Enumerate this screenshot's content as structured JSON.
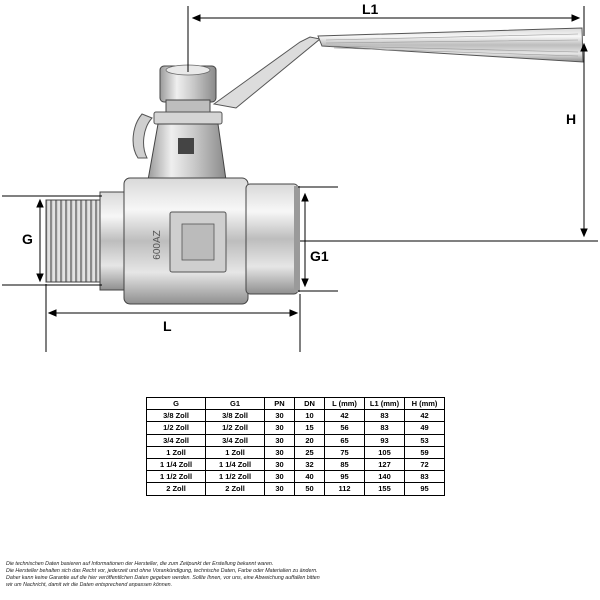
{
  "dimensions": {
    "l1": "L1",
    "h": "H",
    "g": "G",
    "g1": "G1",
    "l": "L"
  },
  "table": {
    "headers": [
      "G",
      "G1",
      "PN",
      "DN",
      "L (mm)",
      "L1 (mm)",
      "H (mm)"
    ],
    "rows": [
      [
        "3/8 Zoll",
        "3/8 Zoll",
        "30",
        "10",
        "42",
        "83",
        "42"
      ],
      [
        "1/2 Zoll",
        "1/2 Zoll",
        "30",
        "15",
        "56",
        "83",
        "49"
      ],
      [
        "3/4 Zoll",
        "3/4 Zoll",
        "30",
        "20",
        "65",
        "93",
        "53"
      ],
      [
        "1 Zoll",
        "1 Zoll",
        "30",
        "25",
        "75",
        "105",
        "59"
      ],
      [
        "1 1/4 Zoll",
        "1 1/4 Zoll",
        "30",
        "32",
        "85",
        "127",
        "72"
      ],
      [
        "1 1/2 Zoll",
        "1 1/2 Zoll",
        "30",
        "40",
        "95",
        "140",
        "83"
      ],
      [
        "2 Zoll",
        "2 Zoll",
        "30",
        "50",
        "112",
        "155",
        "95"
      ]
    ]
  },
  "disclaimer": {
    "line1": "Die technischen Daten basieren auf Informationen der Hersteller, die zum Zeitpunkt der Erstellung bekannt waren.",
    "line2": "Die Hersteller behalten sich das Recht vor, jederzeit und ohne Vorankündigung, technische Daten, Farbe oder Materialien zu ändern.",
    "line3": "Daher kann keine Garantie auf die hier veröffentlichen Daten gegeben werden. Sollte Ihnen, vor uns, eine Abweichung auffallen bitten",
    "line4": "wir um Nachricht, damit wir die Daten entsprechend anpassen können."
  }
}
